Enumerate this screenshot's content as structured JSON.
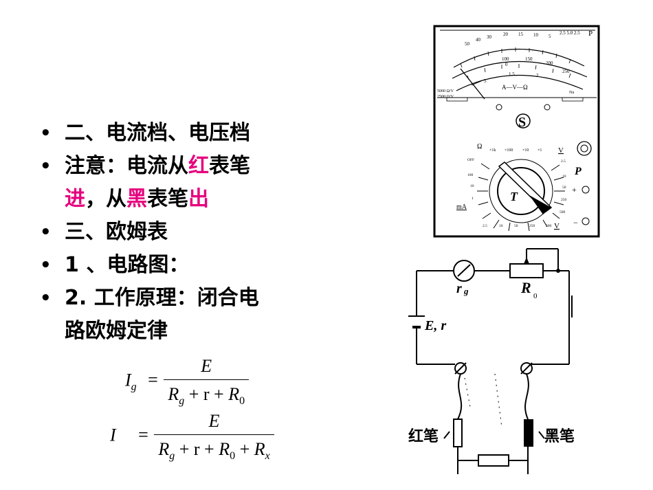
{
  "bullets": [
    {
      "text": "二、电流档、电压档"
    },
    {
      "parts": [
        "注意：电流从",
        "红",
        "表笔",
        "进",
        "，从",
        "黑",
        "表笔",
        "出"
      ]
    },
    {
      "text": "三、欧姆表"
    },
    {
      "text": "1 、电路图："
    },
    {
      "text": "2. 工作原理：闭合电",
      "cont": "路欧姆定律"
    }
  ],
  "formula1": {
    "lhs": "I",
    "lhs_sub": "g",
    "eq": "=",
    "num": "E",
    "den": [
      "R",
      "g",
      "+ r +",
      "R",
      "0"
    ]
  },
  "formula2": {
    "lhs": "I",
    "eq": "=",
    "num": "E",
    "den": [
      "R",
      "g",
      "+ r +",
      "R",
      "0",
      "+",
      "R",
      "x"
    ]
  },
  "meter": {
    "scale_top": [
      "50",
      "40",
      "30",
      "20",
      "15",
      "10",
      "5",
      "2.5 5.0 2.5",
      "P"
    ],
    "scale_mid": [
      "100",
      "0",
      "150",
      "200",
      "250"
    ],
    "scale_low": [
      "5",
      "1.5",
      "2"
    ],
    "panel_label": "A—V—Ω",
    "sens_label_1": "5000 Ω/V",
    "sens_label_2": "2500 Ω/V",
    "corner_label": "Nu",
    "logo": "S",
    "ohm_symbol": "Ω",
    "range_top": [
      "×1k",
      "×100",
      "×10",
      "×1"
    ],
    "v_label": "V",
    "p_label": "P",
    "plus_label": "+",
    "minus_label": "−",
    "off_label": "OFF",
    "left_ticks": [
      "100",
      "10",
      "1"
    ],
    "right_ticks": [
      "2.5",
      "10",
      "50",
      "250",
      "500"
    ],
    "ma_label": "mA",
    "bottom_ticks": [
      "2.5",
      "10",
      "50",
      "250",
      "500"
    ],
    "v_bottom": "V",
    "knob_label": "T"
  },
  "circuit": {
    "rg_label": "r",
    "rg_sub": "g",
    "r0_label": "R",
    "r0_sub": "0",
    "battery_label": "E, r",
    "red_pen": "红笔",
    "black_pen": "黑笔"
  }
}
